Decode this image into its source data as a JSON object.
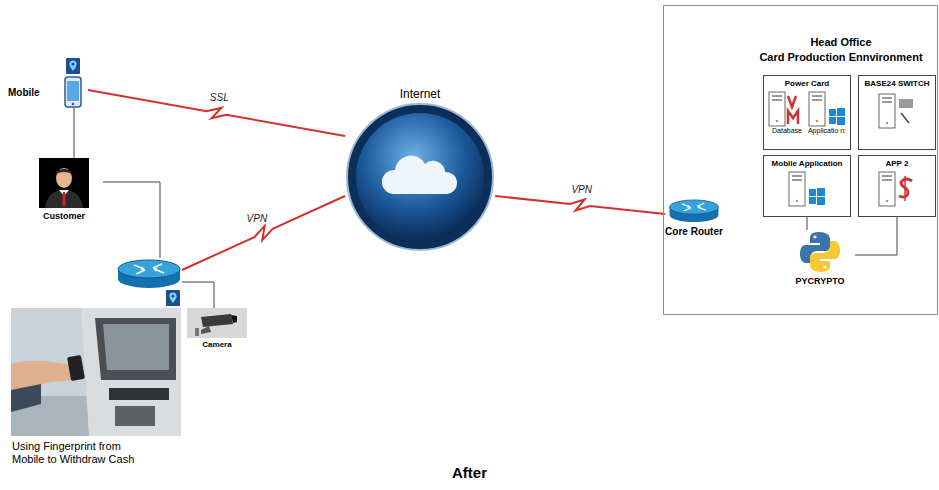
{
  "diagram": {
    "caption": "After",
    "nodes": [
      {
        "text": [
          "Mobile"
        ]
      },
      {
        "text": [
          "Customer"
        ]
      },
      {
        "text": [
          "Using Fingerprint from Mobile to Withdraw Cash"
        ]
      },
      {
        "text": [
          "Camera"
        ]
      },
      {
        "text": [
          "Internet"
        ]
      },
      {
        "text": [
          "Head Office",
          "Card Production Ennvironment"
        ]
      },
      {
        "text": [
          "Power Card",
          "Database",
          "Applicatio n:"
        ],
        "in": 5
      },
      {
        "text": [
          "BASE24 SWITCH"
        ],
        "in": 5
      },
      {
        "text": [
          "Mobile Application"
        ],
        "in": 5
      },
      {
        "text": [
          "APP 2"
        ],
        "in": 5
      },
      {
        "text": [
          "Core Router"
        ],
        "in": 5
      },
      {
        "text": [
          "PYCRYPTO"
        ],
        "in": 5
      }
    ],
    "edges": [
      {
        "from": 0,
        "to": 4,
        "label": "SSL",
        "arrow": "none"
      },
      {
        "from": 2,
        "to": 4,
        "label": "VPN",
        "arrow": "none"
      },
      {
        "from": 4,
        "to": 10,
        "label": "VPN",
        "arrow": "none"
      },
      {
        "from": 0,
        "to": 1,
        "arrow": "none"
      },
      {
        "from": 1,
        "to": 2,
        "arrow": "none"
      },
      {
        "from": 2,
        "to": 3,
        "arrow": "none"
      },
      {
        "from": 8,
        "to": 11,
        "arrow": "none"
      },
      {
        "from": 9,
        "to": 11,
        "arrow": "none"
      }
    ]
  }
}
